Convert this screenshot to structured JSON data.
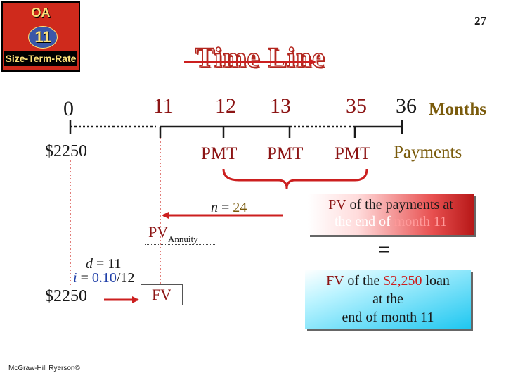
{
  "logo": {
    "top": "OA",
    "number": "11",
    "bottom": "Size-Term-Rate"
  },
  "page_number": "27",
  "title": "Time Line",
  "timeline": {
    "labels": [
      "0",
      "11",
      "12",
      "13",
      "35",
      "36"
    ],
    "unit": "Months",
    "payment_label": "PMT",
    "payments_title": "Payments",
    "present_amount": "$2250"
  },
  "n_text": {
    "var": "n",
    "eq": " = ",
    "val": "24"
  },
  "pv_annuity": {
    "main": "PV",
    "sub": "Annuity"
  },
  "d_text": {
    "var": "d",
    "eq": " = 11"
  },
  "i_text": {
    "var": "i",
    "eq": " = ",
    "rate": "0.10",
    "rest": "/12"
  },
  "amount_bottom": "$2250",
  "fv_label": "FV",
  "pv_box": {
    "pv": "PV",
    "rest1": " of the payments at",
    "line2a": "the end of ",
    "line2b": "month 11"
  },
  "equals": "=",
  "fv_box": {
    "fv": "FV",
    "of": " of the ",
    "amount": "$2,250",
    "loan": " loan",
    "line2": "at the",
    "line3": "end of month 11"
  },
  "copyright": "McGraw-Hill Ryerson©",
  "colors": {
    "timeline": "#1a1a1a",
    "dotted_red": "#d9534f",
    "arrow_red": "#cc1f1f",
    "brace": "#cc1f1f"
  }
}
